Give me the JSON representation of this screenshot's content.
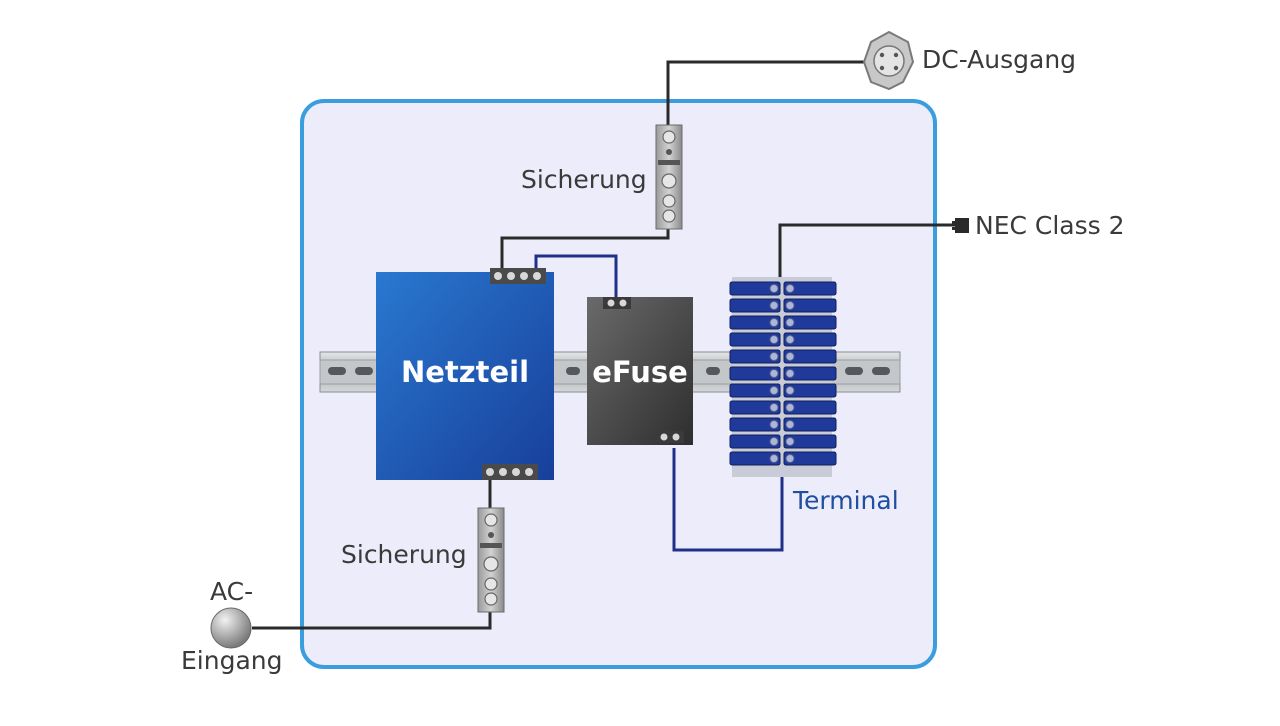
{
  "labels": {
    "dc_output": "DC-Ausgang",
    "fuse_top": "Sicherung",
    "fuse_bottom": "Sicherung",
    "nec": "NEC Class 2",
    "power_supply": "Netzteil",
    "efuse": "eFuse",
    "terminal": "Terminal",
    "ac_in_line1": "AC-",
    "ac_in_line2": "Eingang"
  },
  "colors": {
    "enclosure_fill": "#ececfa",
    "enclosure_border": "#3a9ede",
    "power_supply": "#1f5fb8",
    "efuse": "#4a4a4a",
    "terminal_block": "#1f3a9a",
    "wire_dark": "#2a2a2a",
    "wire_blue": "#1f2f8a",
    "din_rail": "#b8bcc0"
  },
  "icons": [
    "dc-output-connector-icon",
    "ac-input-plug-icon",
    "nec-plug-icon",
    "fuse-holder-icon"
  ]
}
